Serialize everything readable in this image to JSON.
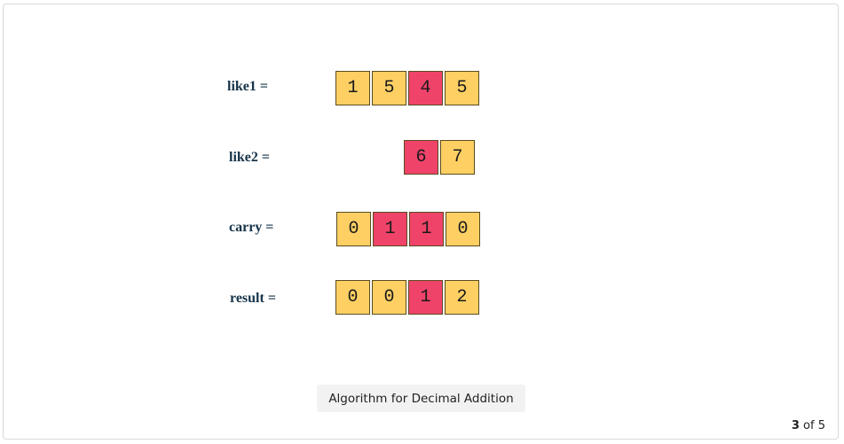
{
  "rows": [
    {
      "label": "like1 =",
      "cells": [
        {
          "value": "1",
          "highlight": false
        },
        {
          "value": "5",
          "highlight": false
        },
        {
          "value": "4",
          "highlight": true
        },
        {
          "value": "5",
          "highlight": false
        }
      ]
    },
    {
      "label": "like2 =",
      "cells": [
        {
          "value": "6",
          "highlight": true
        },
        {
          "value": "7",
          "highlight": false
        }
      ]
    },
    {
      "label": "carry =",
      "cells": [
        {
          "value": "0",
          "highlight": false
        },
        {
          "value": "1",
          "highlight": true
        },
        {
          "value": "1",
          "highlight": true
        },
        {
          "value": "0",
          "highlight": false
        }
      ]
    },
    {
      "label": "result =",
      "cells": [
        {
          "value": "0",
          "highlight": false
        },
        {
          "value": "0",
          "highlight": false
        },
        {
          "value": "1",
          "highlight": true
        },
        {
          "value": "2",
          "highlight": false
        }
      ]
    }
  ],
  "caption": "Algorithm for Decimal Addition",
  "pager": {
    "current": "3",
    "separator": " of ",
    "total": "5"
  },
  "colors": {
    "cell": "#fed064",
    "highlight": "#f0436a"
  }
}
